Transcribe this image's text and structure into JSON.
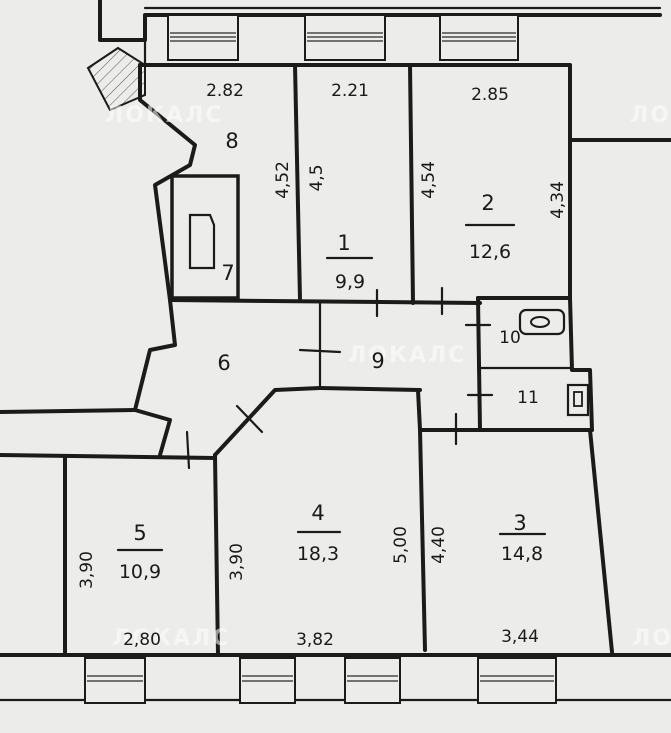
{
  "watermark": "ЛОКАЛС",
  "rooms": [
    {
      "id": "1",
      "number": "1",
      "area": "9,9"
    },
    {
      "id": "2",
      "number": "2",
      "area": "12,6"
    },
    {
      "id": "3",
      "number": "3",
      "area": "14,8"
    },
    {
      "id": "4",
      "number": "4",
      "area": "18,3"
    },
    {
      "id": "5",
      "number": "5",
      "area": "10,9"
    },
    {
      "id": "6",
      "number": "6"
    },
    {
      "id": "7",
      "number": "7"
    },
    {
      "id": "8",
      "number": "8"
    },
    {
      "id": "9",
      "number": "9"
    },
    {
      "id": "10",
      "number": "10"
    },
    {
      "id": "11",
      "number": "11"
    }
  ],
  "dimensions": {
    "room8_width": "2.82",
    "room1_width": "2.21",
    "room2_width": "2.85",
    "room8_length": "4,52",
    "room1_length": "4,5",
    "room1_length_right": "4,54",
    "room2_length": "4,34",
    "room5_length": "3,90",
    "room4_length_left": "3,90",
    "room4_length_right": "5,00",
    "room3_length": "4,40",
    "room5_width": "2,80",
    "room4_width": "3,82",
    "room3_width": "3,44"
  }
}
